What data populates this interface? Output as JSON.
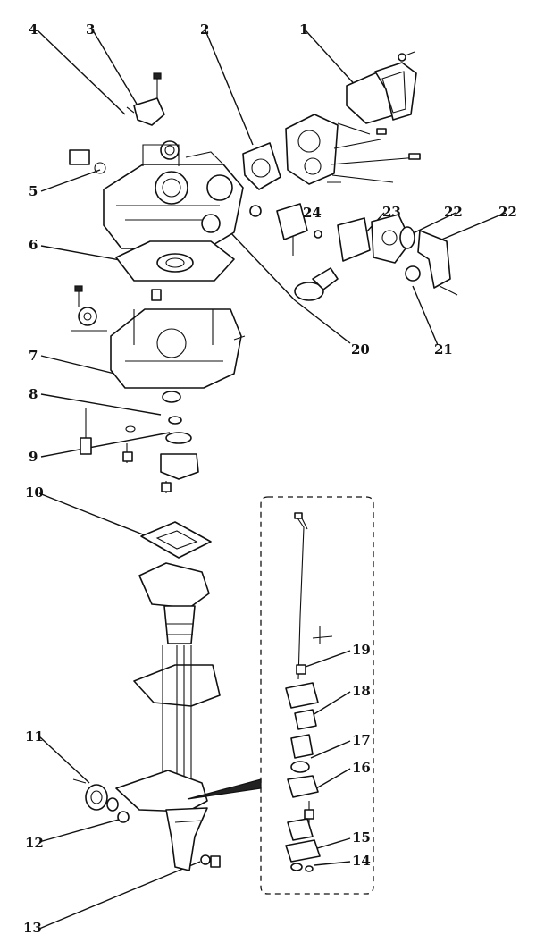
{
  "callouts": {
    "c1": "1",
    "c2": "2",
    "c3": "3",
    "c4": "4",
    "c5": "5",
    "c6": "6",
    "c7": "7",
    "c8": "8",
    "c9": "9",
    "c10": "10",
    "c11": "11",
    "c12": "12",
    "c13": "13",
    "c14": "14",
    "c15": "15",
    "c16": "16",
    "c17": "17",
    "c18": "18",
    "c19": "19",
    "c20": "20",
    "c21": "21",
    "c22a": "22",
    "c22b": "22",
    "c23": "23",
    "c24": "24"
  }
}
